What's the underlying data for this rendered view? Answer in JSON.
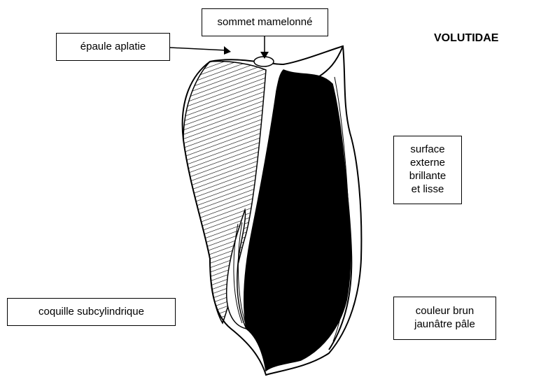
{
  "family": "VOLUTIDAE",
  "labels": {
    "sommet": "sommet mamelonné",
    "epaule": "épaule aplatie",
    "surface": [
      "surface",
      "externe",
      "brillante",
      "et lisse"
    ],
    "coquille": "coquille subcylindrique",
    "couleur": [
      "couleur brun",
      "jaunâtre pâle"
    ]
  },
  "colors": {
    "ink": "#000000",
    "paper": "#ffffff"
  }
}
